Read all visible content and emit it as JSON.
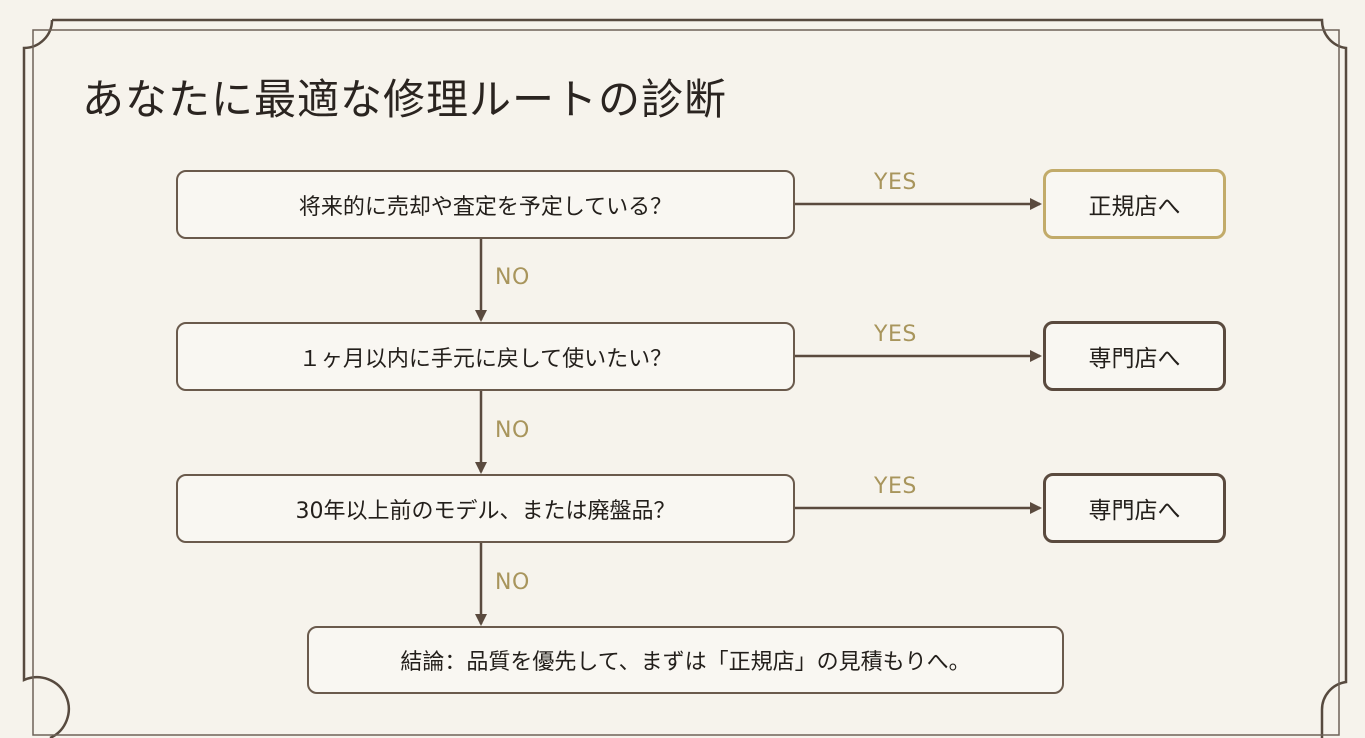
{
  "title": "あなたに最適な修理ルートの診断",
  "questions": [
    {
      "text": "将来的に売却や査定を予定している？",
      "yes_label": "YES",
      "no_label": "NO",
      "result": "正規店へ"
    },
    {
      "text": "１ヶ月以内に手元に戻して使いたい？",
      "yes_label": "YES",
      "no_label": "NO",
      "result": "専門店へ"
    },
    {
      "text": "30年以上前のモデル、または廃盤品？",
      "yes_label": "YES",
      "no_label": "NO",
      "result": "専門店へ"
    }
  ],
  "conclusion": "結論：品質を優先して、まずは「正規店」の見積もりへ。",
  "colors": {
    "background": "#f6f3ec",
    "frame": "#5a4d42",
    "node_border": "#6a5a4c",
    "accent_gold": "#c2ab6a",
    "label_gold": "#a8955c",
    "text": "#231f1b"
  }
}
